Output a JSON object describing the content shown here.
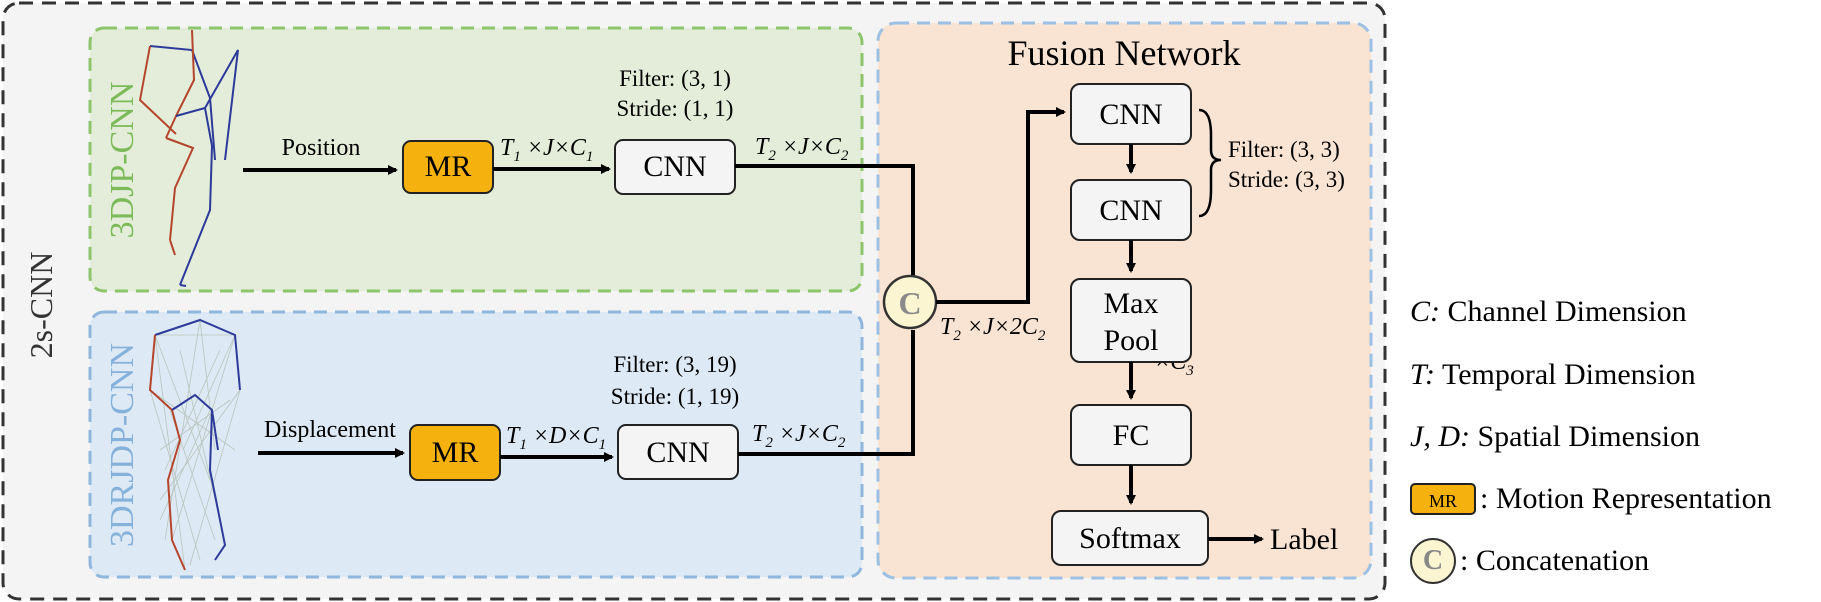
{
  "outer_label": "2s-CNN",
  "stream1": {
    "label": "3DJP-CNN",
    "input_label": "Position",
    "mr_label": "MR",
    "mr_out": [
      "T",
      "1",
      " ×J×C",
      "1"
    ],
    "cnn_label": "CNN",
    "filter": "Filter: (3, 1)",
    "stride": "Stride: (1, 1)",
    "cnn_out": [
      "T",
      "2",
      " ×J×C",
      "2"
    ]
  },
  "stream2": {
    "label": "3DRJDP-CNN",
    "input_label": "Displacement",
    "mr_label": "MR",
    "mr_out": [
      "T",
      "1",
      " ×D×C",
      "1"
    ],
    "cnn_label": "CNN",
    "filter": "Filter: (3, 19)",
    "stride": "Stride: (1, 19)",
    "cnn_out": [
      "T",
      "2",
      " ×J×C",
      "2"
    ]
  },
  "concat": {
    "symbol": "C",
    "out": [
      "T",
      "2",
      " ×J×2C",
      "2"
    ]
  },
  "fusion": {
    "title": "Fusion Network",
    "cnn1": "CNN",
    "cnn2": "CNN",
    "filter": "Filter: (3, 3)",
    "stride": "Stride: (3, 3)",
    "pool_line1": "Max",
    "pool_line2": "Pool",
    "pool_out_partial": "×C",
    "pool_out_sub": "3",
    "fc": "FC",
    "softmax": "Softmax",
    "output_label": "Label"
  },
  "legend": {
    "c_key": "C:",
    "c_text": " Channel Dimension",
    "t_key": "T:",
    "t_text": " Temporal Dimension",
    "jd_key": "J, D:",
    "jd_text": " Spatial Dimension",
    "mr_chip": "MR",
    "mr_text": ": Motion Representation",
    "c_chip": "C",
    "concat_text": ": Concatenation"
  },
  "colors": {
    "stream1_bg": "#e3edd9",
    "stream1_border": "#8cc56b",
    "stream1_text": "#7dbb5a",
    "stream2_bg": "#dde9f4",
    "stream2_border": "#8fb6dd",
    "stream2_text": "#86b1da",
    "fusion_bg": "#f9e3d2",
    "fusion_border": "#9cc0e3",
    "outer_bg": "#f4f4f4",
    "mr_fill": "#f5b20e",
    "box_fill": "#f4f4f4",
    "concat_fill": "#fcf5d2",
    "skeleton_red": "#b5452c",
    "skeleton_blue": "#2d3a9a"
  }
}
